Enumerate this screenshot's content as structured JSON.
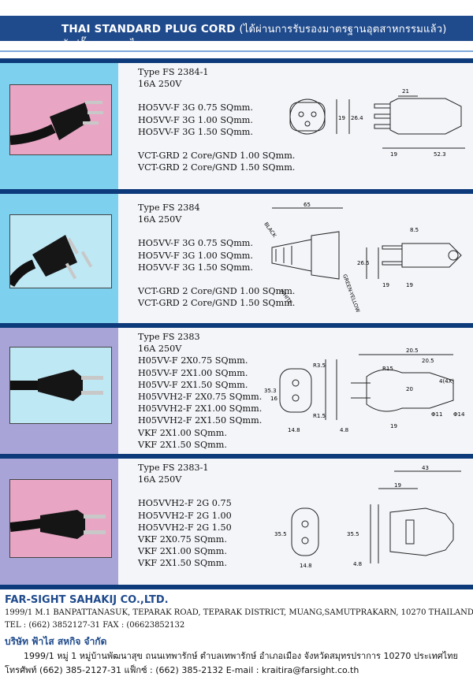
{
  "header": {
    "title": "THAI STANDARD PLUG CORD",
    "title_thai": "(ได้ผ่านการรับรองมาตรฐานอุตสาหกรรมแล้ว)",
    "subtitle": "หัวปลั๊กมาตรฐานไทย"
  },
  "colors": {
    "header_bar": "#1f4a8c",
    "separator": "#0d3a7a",
    "band_cyan": "#7dd0ee",
    "band_lilac": "#a8a4d8",
    "photo_pink": "#e9a6c4",
    "photo_cyan": "#bfe8f5"
  },
  "products": [
    {
      "type": "Type FS 2384-1",
      "rating": "16A 250V",
      "cables": [
        "HO5VV-F 3G 0.75 SQmm.",
        "HO5VV-F 3G 1.00 SQmm.",
        "HO5VV-F 3G 1.50 SQmm."
      ],
      "vct": [
        "VCT-GRD 2 Core/GND 1.00 SQmm.",
        "VCT-GRD 2 Core/GND 1.50 SQmm."
      ],
      "dims": [
        "21",
        "19",
        "26.4",
        "19",
        "52.3"
      ]
    },
    {
      "type": "Type FS 2384",
      "rating": "16A 250V",
      "cables": [
        "HO5VV-F 3G 0.75 SQmm.",
        "HO5VV-F 3G 1.00 SQmm.",
        "HO5VV-F 3G 1.50 SQmm."
      ],
      "vct": [
        "VCT-GRD 2 Core/GND 1.00 SQmm.",
        "VCT-GRD 2 Core/GND 1.50 SQmm."
      ],
      "dims": [
        "65",
        "BLACK",
        "WHITE",
        "GREEN-YELLOW",
        "26.5",
        "19",
        "19",
        "8.5"
      ]
    },
    {
      "type": "Type FS 2383",
      "rating": "16A 250V",
      "cables": [
        "H05VV-F 2X0.75 SQmm.",
        "H05VV-F 2X1.00 SQmm.",
        "H05VV-F 2X1.50 SQmm.",
        "H05VVH2-F 2X0.75 SQmm.",
        "H05VVH2-F 2X1.00 SQmm.",
        "H05VVH2-F 2X1.50 SQmm.",
        "VKF 2X1.00 SQmm.",
        "VKF 2X1.50 SQmm."
      ],
      "dims": [
        "20.5",
        "20.5",
        "R3.5",
        "R15",
        "35.3",
        "16",
        "20",
        "R1.5",
        "14.8",
        "4.8",
        "Φ11",
        "Φ14",
        "19",
        "4(4X)"
      ]
    },
    {
      "type": "Type FS 2383-1",
      "rating": "16A 250V",
      "cables": [
        "HO5VVH2-F 2G 0.75",
        "HO5VVH2-F 2G 1.00",
        "HO5VVH2-F 2G 1.50",
        "VKF 2X0.75 SQmm.",
        "VKF 2X1.00 SQmm.",
        "VKF 2X1.50 SQmm."
      ],
      "dims": [
        "43",
        "19",
        "35.5",
        "35.5",
        "14.8",
        "4.8"
      ]
    }
  ],
  "footer": {
    "company": "FAR-SIGHT SAHAKIJ CO.,LTD.",
    "address": "1999/1 M.1 BANPATTANASUK, TEPARAK ROAD, TEPARAK DISTRICT, MUANG,SAMUTPRAKARN, 10270 THAILAND",
    "tel": "TEL : (662) 3852127-31   FAX : (06623852132",
    "company_thai": "บริษัท ฟ้าไส สหกิจ จำกัด",
    "address_thai": "1999/1 หมู่ 1 หมู่บ้านพัฒนาสุข ถนนเทพารักษ์ ตำบลเทพารักษ์ อำเภอเมือง จังหวัดสมุทรปราการ 10270 ประเทศไทย",
    "tel_thai": "โทรศัพท์ (662) 385-2127-31  แฟ็กซ์ : (662) 385-2132     E-mail : kraitira@farsight.co.th"
  }
}
